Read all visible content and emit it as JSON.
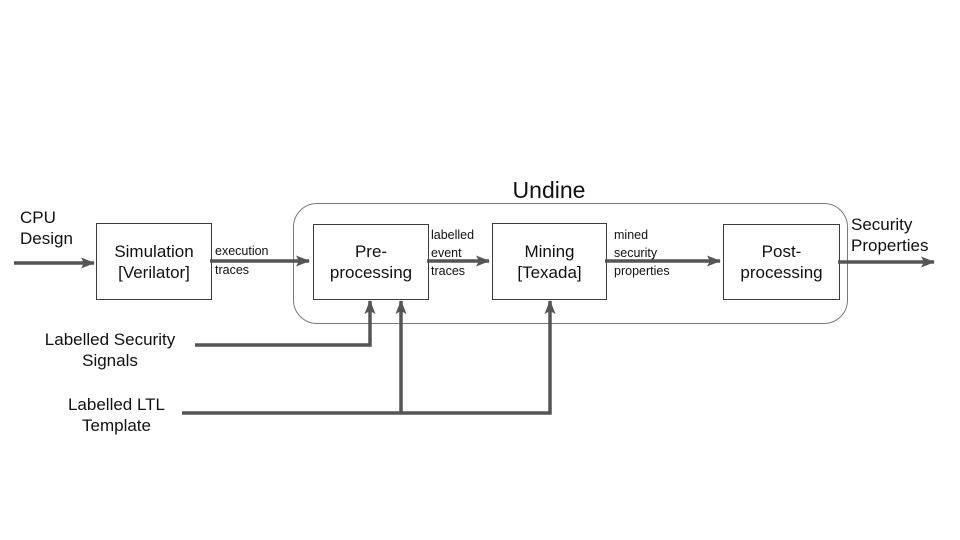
{
  "colors": {
    "arrow": "#555555",
    "box-border": "#3d3d3d",
    "container-border": "#7a7a7a",
    "text": "#111111",
    "bg": "#ffffff"
  },
  "diagram": {
    "container_title": "Undine",
    "nodes": [
      {
        "id": "simulation",
        "label": "Simulation\n[Verilator]"
      },
      {
        "id": "pre-processing",
        "label": "Pre-\nprocessing"
      },
      {
        "id": "mining",
        "label": "Mining\n[Texada]"
      },
      {
        "id": "post-processing",
        "label": "Post-\nprocessing"
      }
    ],
    "edge_labels": [
      {
        "id": "input",
        "label": "CPU\nDesign"
      },
      {
        "id": "execution-traces",
        "label": "execution\ntraces"
      },
      {
        "id": "labelled-event-traces",
        "label": "labelled\nevent\ntraces"
      },
      {
        "id": "mined-security-properties",
        "label": "mined\nsecurity\nproperties"
      },
      {
        "id": "output",
        "label": "Security\nProperties"
      },
      {
        "id": "labelled-security-signals",
        "label": "Labelled Security\nSignals"
      },
      {
        "id": "labelled-ltl-template",
        "label": "Labelled LTL\nTemplate"
      }
    ]
  }
}
